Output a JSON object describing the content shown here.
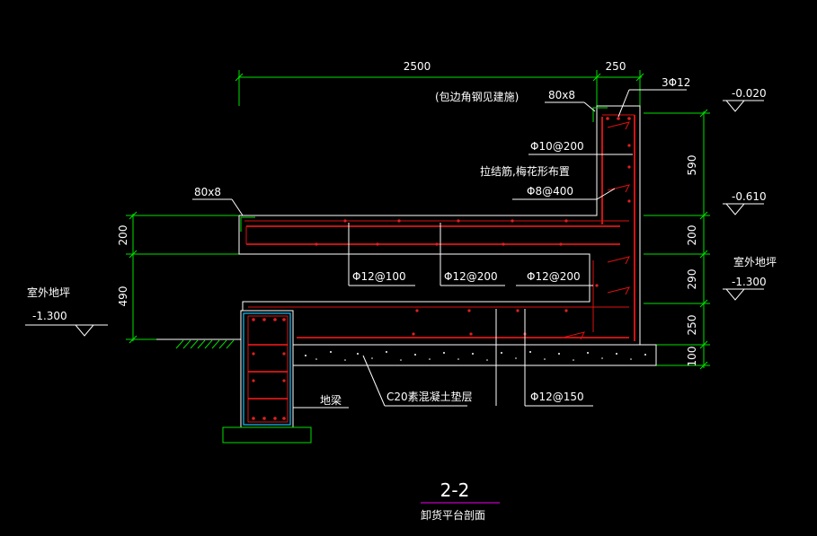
{
  "dimensions": {
    "top_2500": "2500",
    "top_250": "250",
    "left_200": "200",
    "left_490": "490",
    "right_590": "590",
    "right_200": "200",
    "right_290": "290",
    "right_250": "250",
    "right_100": "100"
  },
  "annotations": {
    "angle_steel_note": "(包边角钢见建施)",
    "angle_top": "80x8",
    "angle_left": "80x8",
    "bars_3phi12": "3Φ12",
    "phi10_200": "Φ10@200",
    "tie_bars": "拉结筋,梅花形布置",
    "phi8_400": "Φ8@400",
    "phi12_100": "Φ12@100",
    "phi12_200_a": "Φ12@200",
    "phi12_200_b": "Φ12@200",
    "phi12_150": "Φ12@150",
    "c20_pad": "C20素混凝土垫层",
    "ground_beam": "地梁"
  },
  "elevations": {
    "el_top": "-0.020",
    "el_mid": "-0.610",
    "right_outdoor_label": "室外地坪",
    "right_outdoor_level": "-1.300",
    "left_outdoor_label": "室外地坪",
    "left_outdoor_level": "-1.300"
  },
  "title": {
    "section": "2-2",
    "caption": "卸货平台剖面"
  }
}
